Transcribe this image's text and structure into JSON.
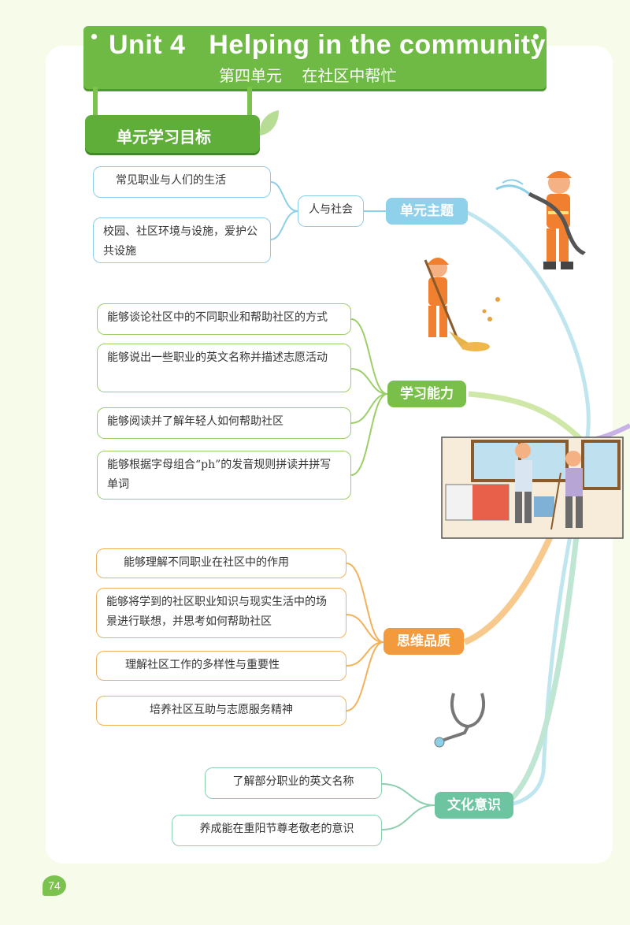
{
  "header": {
    "unit_title": "Unit 4   Helping in the community",
    "unit_subtitle": "第四单元    在社区中帮忙",
    "goal_label": "单元学习目标"
  },
  "branches": {
    "theme": {
      "label": "单元主题",
      "middle": "人与社会",
      "items": [
        "常见职业与人们的生活",
        "校园、社区环境与设施，爱护公共设施"
      ]
    },
    "ability": {
      "label": "学习能力",
      "items": [
        "能够谈论社区中的不同职业和帮助社区的方式",
        "能够说出一些职业的英文名称并描述志愿活动",
        "能够阅读并了解年轻人如何帮助社区",
        "能够根据字母组合“ph”的发音规则拼读并拼写单词"
      ]
    },
    "thinking": {
      "label": "思维品质",
      "items": [
        "能够理解不同职业在社区中的作用",
        "能够将学到的社区职业知识与现实生活中的场景进行联想，并思考如何帮助社区",
        "理解社区工作的多样性与重要性",
        "培养社区互助与志愿服务精神"
      ]
    },
    "culture": {
      "label": "文化意识",
      "items": [
        "了解部分职业的英文名称",
        "养成能在重阳节尊老敬老的意识"
      ]
    }
  },
  "colors": {
    "green": "#6fba44",
    "blue": "#8ccfe8",
    "orange": "#f39a3c",
    "teal": "#6cc4a0"
  },
  "page_number": "74"
}
